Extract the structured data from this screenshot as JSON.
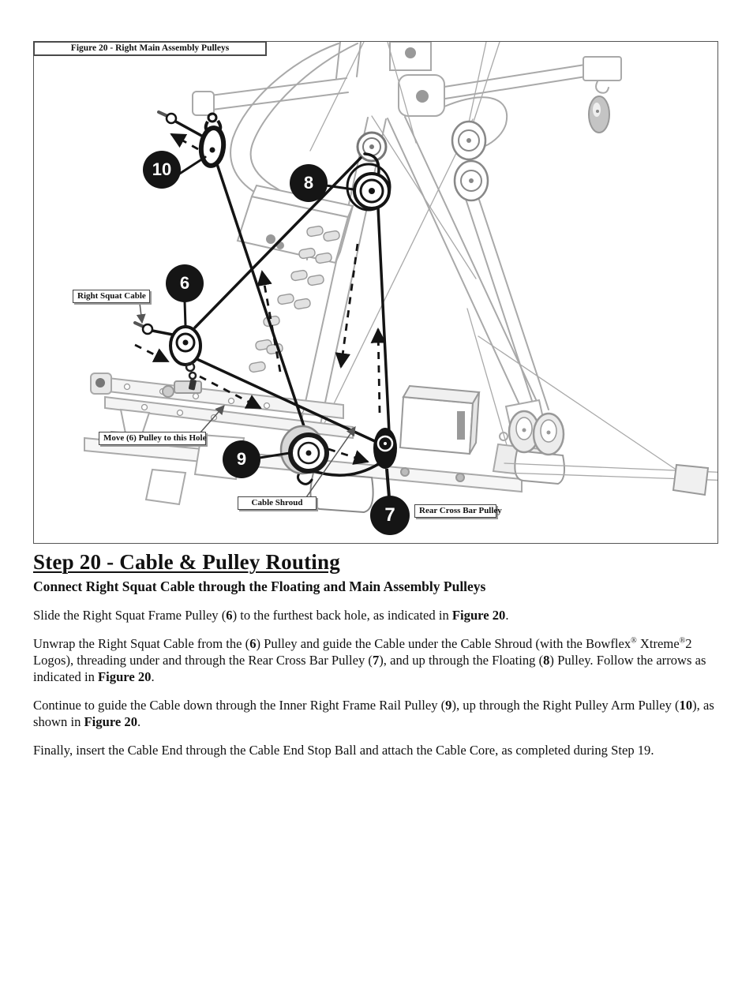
{
  "figure": {
    "caption": "Figure 20 - Right Main Assembly Pulleys",
    "badges": [
      {
        "label": "10"
      },
      {
        "label": "8"
      },
      {
        "label": "6"
      },
      {
        "label": "9"
      },
      {
        "label": "7"
      }
    ],
    "callouts": [
      {
        "text": "Right Squat Cable"
      },
      {
        "text": "Move (6) Pulley to this Hole"
      },
      {
        "text": "Cable Shroud"
      },
      {
        "text": "Rear Cross Bar Pulley"
      }
    ]
  },
  "heading": {
    "title": "Step 20 - Cable & Pulley Routing",
    "subtitle": "Connect Right Squat Cable through the Floating and Main Assembly Pulleys"
  },
  "paragraphs": [
    {
      "segments": [
        {
          "t": "Slide the Right Squat Frame Pulley ("
        },
        {
          "t": "6",
          "b": true
        },
        {
          "t": ") to the furthest back hole, as indicated in "
        },
        {
          "t": "Figure 20",
          "b": true
        },
        {
          "t": "."
        }
      ]
    },
    {
      "segments": [
        {
          "t": "Unwrap the Right Squat Cable from the ("
        },
        {
          "t": "6",
          "b": true
        },
        {
          "t": ") Pulley and guide the Cable under the Cable Shroud (with the Bowflex"
        },
        {
          "t": "®",
          "sup": true
        },
        {
          "t": " Xtreme"
        },
        {
          "t": "®",
          "sup": true
        },
        {
          "t": "2 Logos), threading under and through the Rear Cross Bar Pulley ("
        },
        {
          "t": "7",
          "b": true
        },
        {
          "t": "), and up through the Floating ("
        },
        {
          "t": "8",
          "b": true
        },
        {
          "t": ") Pulley. Follow the arrows as indicated in "
        },
        {
          "t": "Figure 20",
          "b": true
        },
        {
          "t": "."
        }
      ]
    },
    {
      "segments": [
        {
          "t": "Continue to guide the Cable down through the Inner Right Frame Rail Pulley ("
        },
        {
          "t": "9",
          "b": true
        },
        {
          "t": "), up through the Right Pulley Arm Pulley ("
        },
        {
          "t": "10",
          "b": true
        },
        {
          "t": "), as shown in "
        },
        {
          "t": "Figure 20",
          "b": true
        },
        {
          "t": "."
        }
      ]
    },
    {
      "segments": [
        {
          "t": "Finally, insert the Cable End through the Cable End Stop Ball and attach the Cable Core, as completed during Step 19."
        }
      ]
    }
  ],
  "colors": {
    "ink": "#141414",
    "frame_gray": "#a9a9a9",
    "badge_bg": "#151515",
    "badge_text": "#ffffff",
    "page_bg": "#ffffff"
  }
}
